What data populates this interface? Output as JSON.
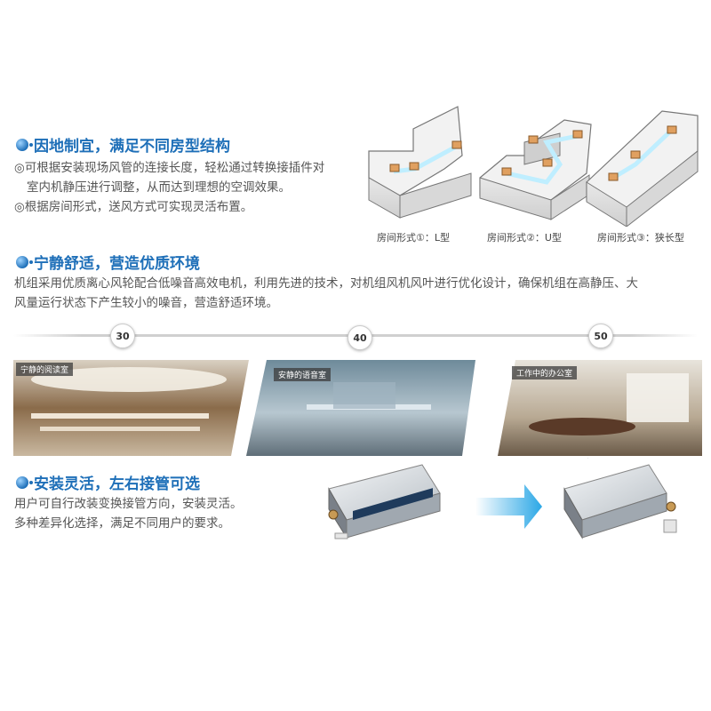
{
  "section1": {
    "title": "因地制宜，满足不同房型结构",
    "lines": [
      "◎可根据安装现场风管的连接长度，轻松通过转换接插件对",
      "  室内机静压进行调整，从而达到理想的空调效果。",
      "◎根据房间形式，送风方式可实现灵活布置。"
    ],
    "rooms": [
      {
        "label": "房间形式①：L型"
      },
      {
        "label": "房间形式②：U型"
      },
      {
        "label": "房间形式③：狭长型"
      }
    ]
  },
  "section2": {
    "title": "宁静舒适，营造优质环境",
    "lines": [
      "机组采用优质离心风轮配合低噪音高效电机，利用先进的技术，对机组风机风叶进行优化设计，确保机组在高静压、大",
      "风量运行状态下产生较小的噪音，营造舒适环境。"
    ],
    "scale_marks": [
      "30",
      "40",
      "50"
    ],
    "photos": [
      {
        "label": "宁静的阅读室"
      },
      {
        "label": "安静的语音室"
      },
      {
        "label": "工作中的办公室"
      }
    ]
  },
  "section3": {
    "title": "安装灵活，左右接管可选",
    "lines": [
      "用户可自行改装变换接管方向，安装灵活。",
      "多种差异化选择，满足不同用户的要求。"
    ]
  },
  "colors": {
    "title_blue": "#1e6fb8",
    "arrow_blue": "#2aa7e6",
    "duct_light": "#bfeeff"
  }
}
